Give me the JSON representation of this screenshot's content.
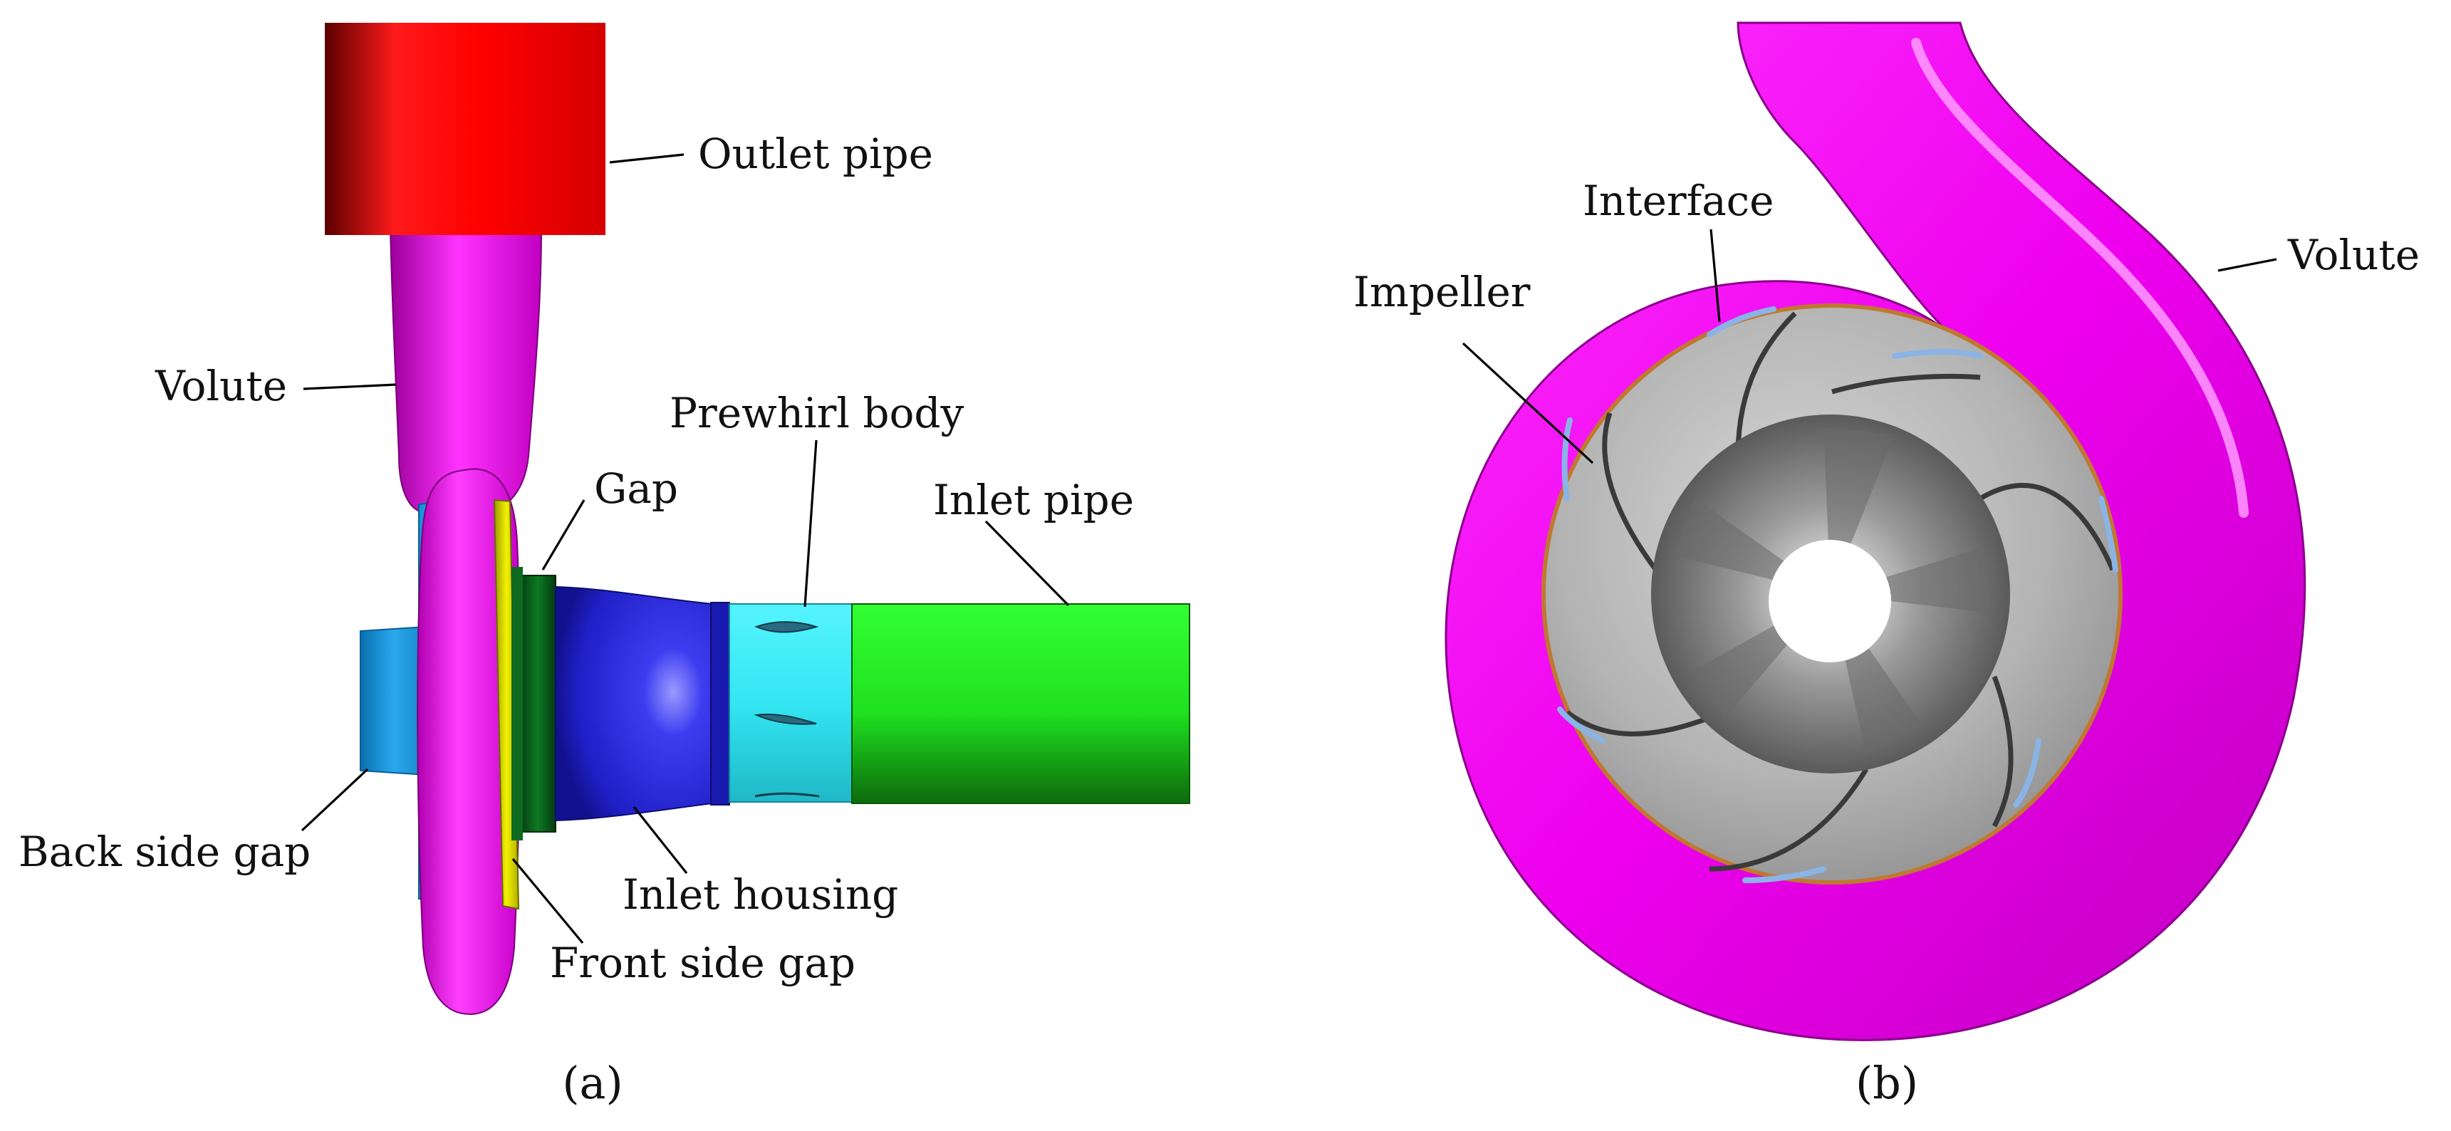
{
  "panels": {
    "a": {
      "caption": "(a)",
      "labels": {
        "outlet_pipe": "Outlet pipe",
        "volute": "Volute",
        "gap": "Gap",
        "prewhirl_body": "Prewhirl body",
        "inlet_pipe": "Inlet pipe",
        "back_side_gap": "Back side gap",
        "inlet_housing": "Inlet housing",
        "front_side_gap": "Front side gap"
      }
    },
    "b": {
      "caption": "(b)",
      "labels": {
        "interface": "Interface",
        "impeller": "Impeller",
        "volute": "Volute"
      }
    }
  },
  "colors": {
    "outlet_pipe": "#ee0000",
    "volute": "#ff00ff",
    "back_side_gap": "#1a9ee0",
    "front_side_gap": "#e8e800",
    "gap": "#0a5a1a",
    "inlet_housing": "#2a2ad8",
    "prewhirl_body": "#33e6f2",
    "inlet_pipe": "#22e622",
    "impeller": "#b8b8b8",
    "interface_ring": "#c07830"
  }
}
